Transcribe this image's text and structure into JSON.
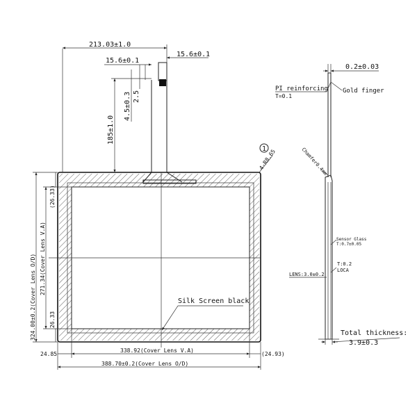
{
  "main_view": {
    "dim_top_width": "213.03±1.0",
    "dim_tail_pitch": "15.6±0.1",
    "dim_tail_right": "15.6±0.1",
    "dim_tail_v1": "4.5±0.3",
    "dim_tail_v2": "2.5",
    "dim_tail_length": "185±1.0",
    "callout_number": "1",
    "callout_text": "4-R8.65",
    "dim_outer_height": "324.00±0.2(Cover Lens O/D)",
    "dim_va_height": "271.34(Cover Lens V.A)",
    "dim_top_margin": "(26.33)",
    "dim_bottom_margin": "26.33",
    "silk_label": "Silk Screen black",
    "dim_left_margin": "24.85",
    "dim_va_width": "338.92(Cover Lens V.A)",
    "dim_right_margin": "(24.93)",
    "dim_outer_width": "388.70±0.2(Cover Lens O/D)"
  },
  "side_view": {
    "dim_fpc_thickness": "0.2±0.03",
    "pi_label": "PI reinforcing",
    "pi_thickness": "T=0.1",
    "gold_finger": "Gold finger",
    "chamfer": "Chamfer0.4mm",
    "sensor_glass": "Sensor Glass",
    "sensor_thickness": "T:0.7±0.05",
    "loca_thickness": "T:0.2",
    "loca_label": "LOCA",
    "lens_label": "LENS:3.0±0.2",
    "total_label": "Total thickness:",
    "total_value": "3.9±0.3"
  }
}
